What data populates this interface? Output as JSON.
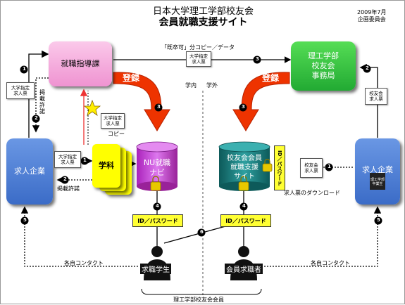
{
  "header": {
    "title_line1": "日本大学理工学部校友会",
    "title_line2": "会員就職支援サイト",
    "date": "2009年7月",
    "committee": "企画委員会"
  },
  "nodes": {
    "shushoku_shidoka": "就職指導課",
    "jimukyoku_l1": "理工学部",
    "jimukyoku_l2": "校友会",
    "jimukyoku_l3": "事務局",
    "kyujin_kigyo_left": "求人企業",
    "kyujin_kigyo_right": "求人企業",
    "gakka": "学科",
    "nu_navi_l1": "NU就職",
    "nu_navi_l2": "ナビ",
    "koyukai_site_l1": "校友会会員",
    "koyukai_site_l2": "就職支援",
    "koyukai_site_l3": "サイト",
    "kyushoku_gakusei": "求職学生",
    "kaiin_kyushokusha": "会員求職者",
    "company_badge_l1": "理工学部",
    "company_badge_l2": "卒業生"
  },
  "labels": {
    "kisotsu_copy": "「既卒可」分コピー／データ",
    "gakunai": "学内",
    "gakugai": "学外",
    "toroku_left": "登録",
    "toroku_right": "登録",
    "keisai_kyodaku_top_l1": "掲",
    "keisai_kyodaku_top_l2": "載",
    "keisai_kyodaku_top_l3": "許",
    "keisai_kyodaku_top_l4": "諾",
    "keisai_kyodaku_bottom": "掲載許諾",
    "copy": "コピー",
    "kyujinhyo_download": "求人票のダウンロード",
    "id_password_left": "ID／パスワード",
    "id_password_right": "ID／パスワード",
    "id_password_vertical": "ID／パスワード",
    "kakuji_contact_left": "各自コンタクト",
    "kakuji_contact_right": "各自コンタクト",
    "members_caption": "理工学部校友会会員"
  },
  "documents": {
    "daigaku_shitei_1_l1": "大学指定",
    "daigaku_shitei_1_l2": "求人票",
    "daigaku_shitei_2_l1": "大学指定",
    "daigaku_shitei_2_l2": "求人票",
    "daigaku_shitei_3_l1": "大学指定",
    "daigaku_shitei_3_l2": "求人票",
    "daigaku_shitei_4_l1": "大学指定",
    "daigaku_shitei_4_l2": "求人票",
    "koyukai_kyujinhyo_1_l1": "校友会",
    "koyukai_kyujinhyo_1_l2": "求人票",
    "koyukai_kyujinhyo_2_l1": "校友会",
    "koyukai_kyujinhyo_2_l2": "求人票"
  },
  "steps": {
    "s1a": "1",
    "s1b": "1",
    "s1c": "1",
    "s2a": "2",
    "s2b": "2",
    "s2c": "2",
    "s3a": "3",
    "s3b": "3",
    "s3c": "3",
    "s4a": "4",
    "s4b": "4",
    "s5a": "5",
    "s5b": "5",
    "s6": "6"
  },
  "colors": {
    "pink": "#f7a6d8",
    "green": "#33cc44",
    "blue": "#4f7fd6",
    "yellow": "#ffff00",
    "purple": "#bb33cc",
    "teal": "#117777",
    "red_arrow": "#ee3300",
    "lock": "#e8c800"
  }
}
